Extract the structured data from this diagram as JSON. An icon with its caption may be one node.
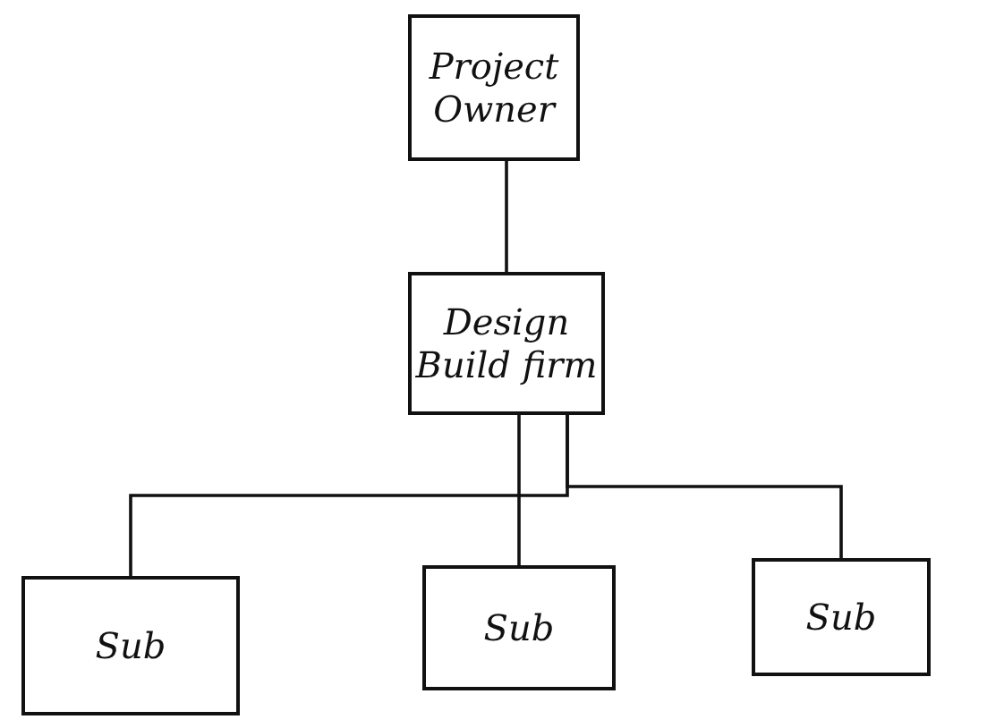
{
  "diagram": {
    "nodes": [
      {
        "text": [
          "Project Owner"
        ]
      },
      {
        "text": [
          "Design Build firm"
        ]
      },
      {
        "text": [
          "Sub"
        ]
      },
      {
        "text": [
          "Sub"
        ]
      },
      {
        "text": [
          "Sub"
        ]
      }
    ],
    "edges": [
      {
        "from": 0,
        "to": 1,
        "arrow": "none"
      },
      {
        "from": 1,
        "to": 2,
        "arrow": "none"
      },
      {
        "from": 1,
        "to": 3,
        "arrow": "none"
      },
      {
        "from": 1,
        "to": 4,
        "arrow": "none"
      }
    ]
  }
}
